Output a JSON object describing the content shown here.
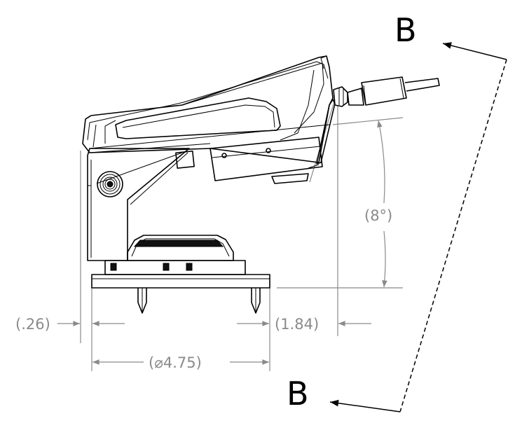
{
  "section": {
    "label_top": "B",
    "label_bottom": "B"
  },
  "dimensions": {
    "left_offset": "(.26)",
    "right_offset": "(1.84)",
    "base_diameter": "(⌀4.75)",
    "tilt_angle": "(8°)"
  },
  "colors": {
    "line": "#000000",
    "dimension": "#8a8a8a",
    "background": "#ffffff"
  }
}
